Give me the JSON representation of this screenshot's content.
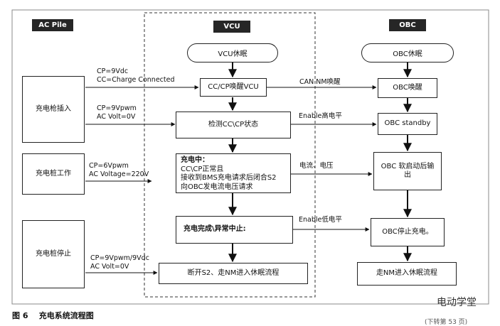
{
  "headers": {
    "ac_pile": "AC Pile",
    "vcu": "VCU",
    "obc": "OBC"
  },
  "ac_pile": {
    "plug_in": "充电枪插入",
    "working": "充电桩工作",
    "stop": "充电桩停止"
  },
  "vcu": {
    "sleep": "VCU休眠",
    "wake": "CC/CP唤醒VCU",
    "detect": "检测CC\\CP状态",
    "charging_title": "充电中：",
    "charging_line1": "CC\\CP正常且",
    "charging_line2": "接收到BMS充电请求后闭合S2",
    "charging_line3": "向OBC发电流电压请求",
    "complete": "充电完成\\异常中止:",
    "disconnect": "断开S2、走NM进入休眠流程"
  },
  "obc": {
    "sleep": "OBC休眠",
    "wake": "OBC唤醒",
    "standby": "OBC standby",
    "output": "OBC 软启动后输出",
    "stop": "OBC停止充电。",
    "nm": "走NM进入休眠流程"
  },
  "signals": {
    "s1a": "CP=9Vdc",
    "s1b": "CC=Charge Connected",
    "s2a": "CP=9Vpwm",
    "s2b": "AC Volt=0V",
    "s3a": "CP=6Vpwm",
    "s3b": "AC Voltage=220V",
    "s4a": "CP=9Vpwm/9Vdc",
    "s4b": "AC Volt=0V",
    "can_wake": "CAN NM唤醒",
    "enable_high": "Enable高电平",
    "current_voltage": "电流、电压",
    "enable_low": "Enable低电平"
  },
  "caption": "图 6    充电系统流程图",
  "watermark": "电动学堂",
  "footer_note": "(下转第 53 页)"
}
